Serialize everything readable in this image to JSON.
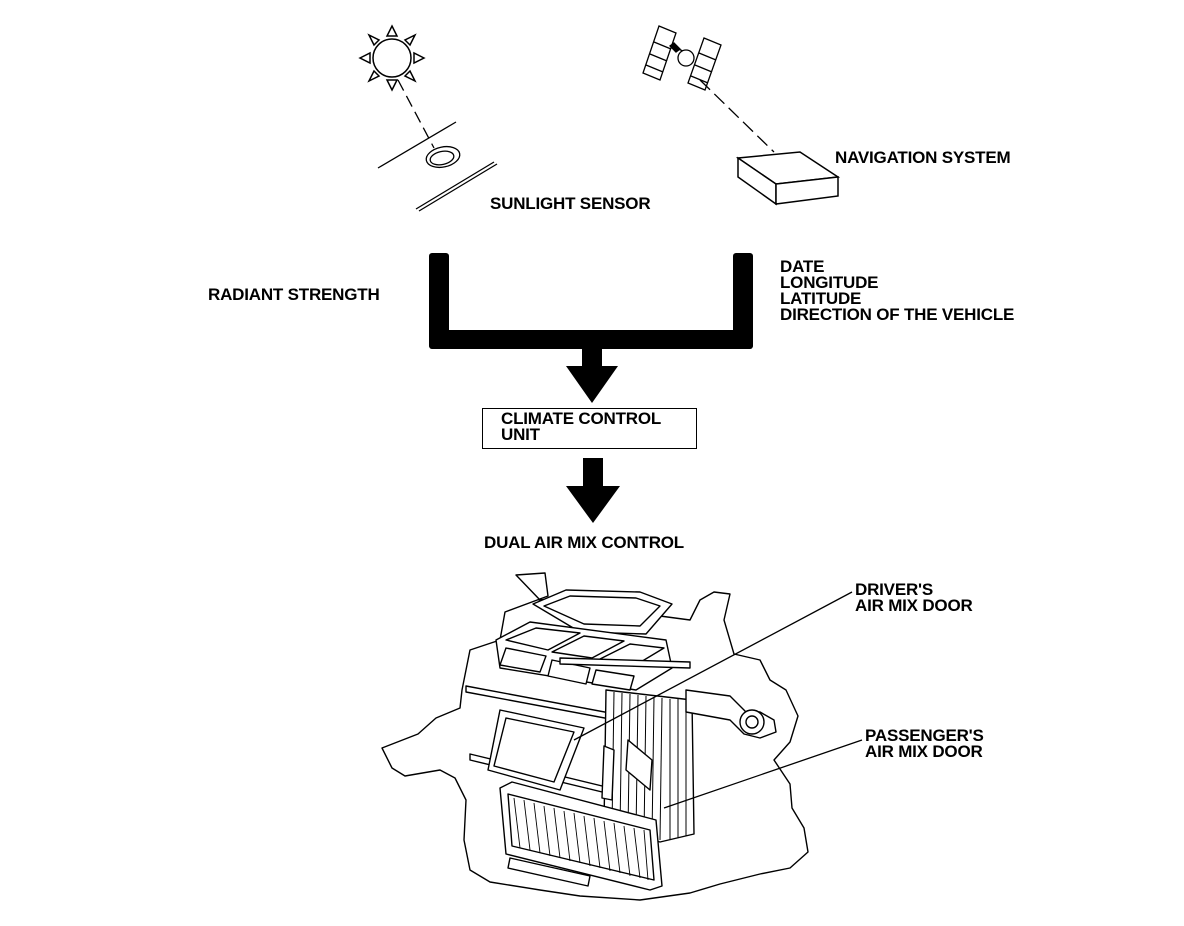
{
  "labels": {
    "sunlight_sensor": "SUNLIGHT SENSOR",
    "navigation_system": "NAVIGATION SYSTEM",
    "radiant_strength": "RADIANT STRENGTH",
    "nav_outputs": [
      "DATE",
      "LONGITUDE",
      "LATITUDE",
      "DIRECTION OF THE VEHICLE"
    ],
    "climate_control_unit": [
      "CLIMATE CONTROL",
      "UNIT"
    ],
    "dual_air_mix_control": "DUAL AIR MIX CONTROL",
    "drivers_air_mix_door": [
      "DRIVER'S",
      "AIR MIX DOOR"
    ],
    "passengers_air_mix_door": [
      "PASSENGER'S",
      "AIR MIX DOOR"
    ]
  },
  "colors": {
    "ink": "#000000",
    "paper": "#ffffff"
  },
  "icons": [
    "sun-icon",
    "satellite-icon",
    "navigation-unit-icon",
    "sunlight-sensor-icon",
    "heater-unit-illustration"
  ]
}
